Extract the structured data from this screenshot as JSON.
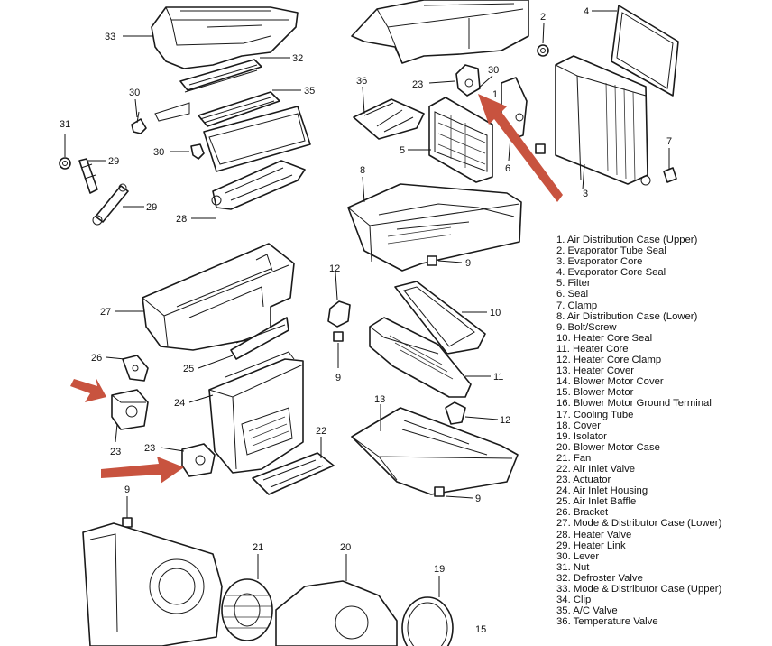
{
  "legend": [
    "1. Air Distribution Case (Upper)",
    "2. Evaporator Tube Seal",
    "3. Evaporator Core",
    "4. Evaporator Core Seal",
    "5. Filter",
    "6. Seal",
    "7. Clamp",
    "8. Air Distribution Case (Lower)",
    "9. Bolt/Screw",
    "10. Heater Core Seal",
    "11. Heater Core",
    "12. Heater Core Clamp",
    "13. Heater Cover",
    "14. Blower Motor Cover",
    "15. Blower Motor",
    "16. Blower Motor Ground Terminal",
    "17. Cooling Tube",
    "18. Cover",
    "19. Isolator",
    "20. Blower Motor Case",
    "21. Fan",
    "22. Air Inlet Valve",
    "23. Actuator",
    "24. Air Inlet Housing",
    "25. Air Inlet Baffle",
    "26. Bracket",
    "27. Mode & Distributor Case (Lower)",
    "28. Heater Valve",
    "29. Heater Link",
    "30. Lever",
    "31. Nut",
    "32. Defroster Valve",
    "33. Mode & Distributor Case (Upper)",
    "34. Clip",
    "35. A/C Valve",
    "36. Temperature Valve"
  ],
  "callouts": [
    {
      "id": "33",
      "text": "33"
    },
    {
      "id": "32",
      "text": "32"
    },
    {
      "id": "35",
      "text": "35"
    },
    {
      "id": "30a",
      "text": "30"
    },
    {
      "id": "31",
      "text": "31"
    },
    {
      "id": "29a",
      "text": "29"
    },
    {
      "id": "30b",
      "text": "30"
    },
    {
      "id": "29b",
      "text": "29"
    },
    {
      "id": "28",
      "text": "28"
    },
    {
      "id": "27",
      "text": "27"
    },
    {
      "id": "26",
      "text": "26"
    },
    {
      "id": "25",
      "text": "25"
    },
    {
      "id": "24",
      "text": "24"
    },
    {
      "id": "23a",
      "text": "23"
    },
    {
      "id": "23b",
      "text": "23"
    },
    {
      "id": "22",
      "text": "22"
    },
    {
      "id": "9a",
      "text": "9"
    },
    {
      "id": "21",
      "text": "21"
    },
    {
      "id": "20",
      "text": "20"
    },
    {
      "id": "19",
      "text": "19"
    },
    {
      "id": "15",
      "text": "15"
    },
    {
      "id": "2",
      "text": "2"
    },
    {
      "id": "4",
      "text": "4"
    },
    {
      "id": "36",
      "text": "36"
    },
    {
      "id": "23c",
      "text": "23"
    },
    {
      "id": "30c",
      "text": "30"
    },
    {
      "id": "1",
      "text": "1"
    },
    {
      "id": "5",
      "text": "5"
    },
    {
      "id": "6",
      "text": "6"
    },
    {
      "id": "7",
      "text": "7"
    },
    {
      "id": "3",
      "text": "3"
    },
    {
      "id": "8",
      "text": "8"
    },
    {
      "id": "9b",
      "text": "9"
    },
    {
      "id": "12a",
      "text": "12"
    },
    {
      "id": "10",
      "text": "10"
    },
    {
      "id": "9c",
      "text": "9"
    },
    {
      "id": "11",
      "text": "11"
    },
    {
      "id": "13",
      "text": "13"
    },
    {
      "id": "12b",
      "text": "12"
    },
    {
      "id": "9d",
      "text": "9"
    }
  ],
  "colors": {
    "annotation_arrow": "#c8533f",
    "line_art": "#1a1a1a",
    "background": "#ffffff"
  }
}
